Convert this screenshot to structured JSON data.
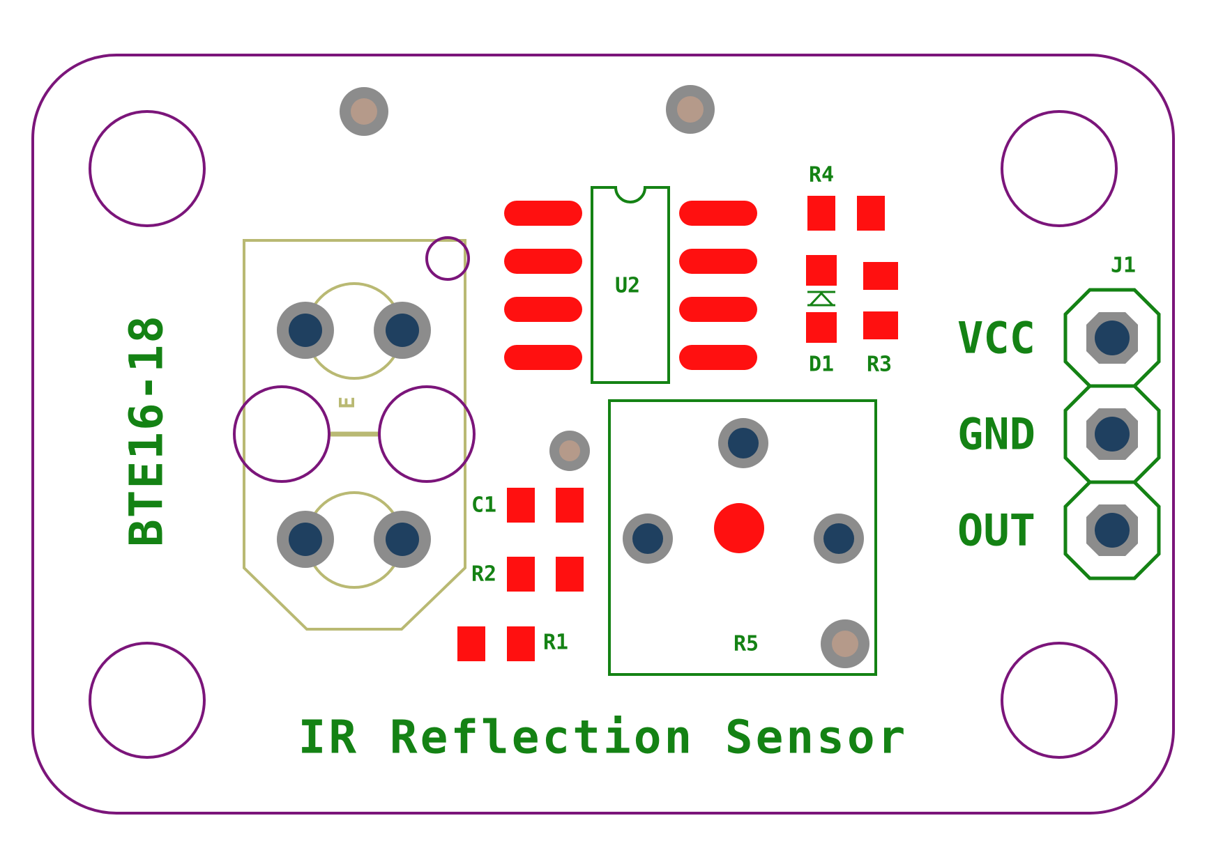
{
  "board": {
    "name": "BTE16-18",
    "title": "IR Reflection Sensor",
    "colors": {
      "outline": "#7b157a",
      "silkscreen": "#148214",
      "smd_pad": "#ff1010",
      "via_ring": "#8c8c8c",
      "drill_hole": "#1f4060",
      "sensor_outline": "#b9b973"
    }
  },
  "components": {
    "u2": "U2",
    "r1": "R1",
    "r2": "R2",
    "r3": "R3",
    "r4": "R4",
    "r5": "R5",
    "c1": "C1",
    "d1": "D1",
    "j1": "J1",
    "ir_sensor_ref": "E"
  },
  "connector_pins": [
    "VCC",
    "GND",
    "OUT"
  ]
}
